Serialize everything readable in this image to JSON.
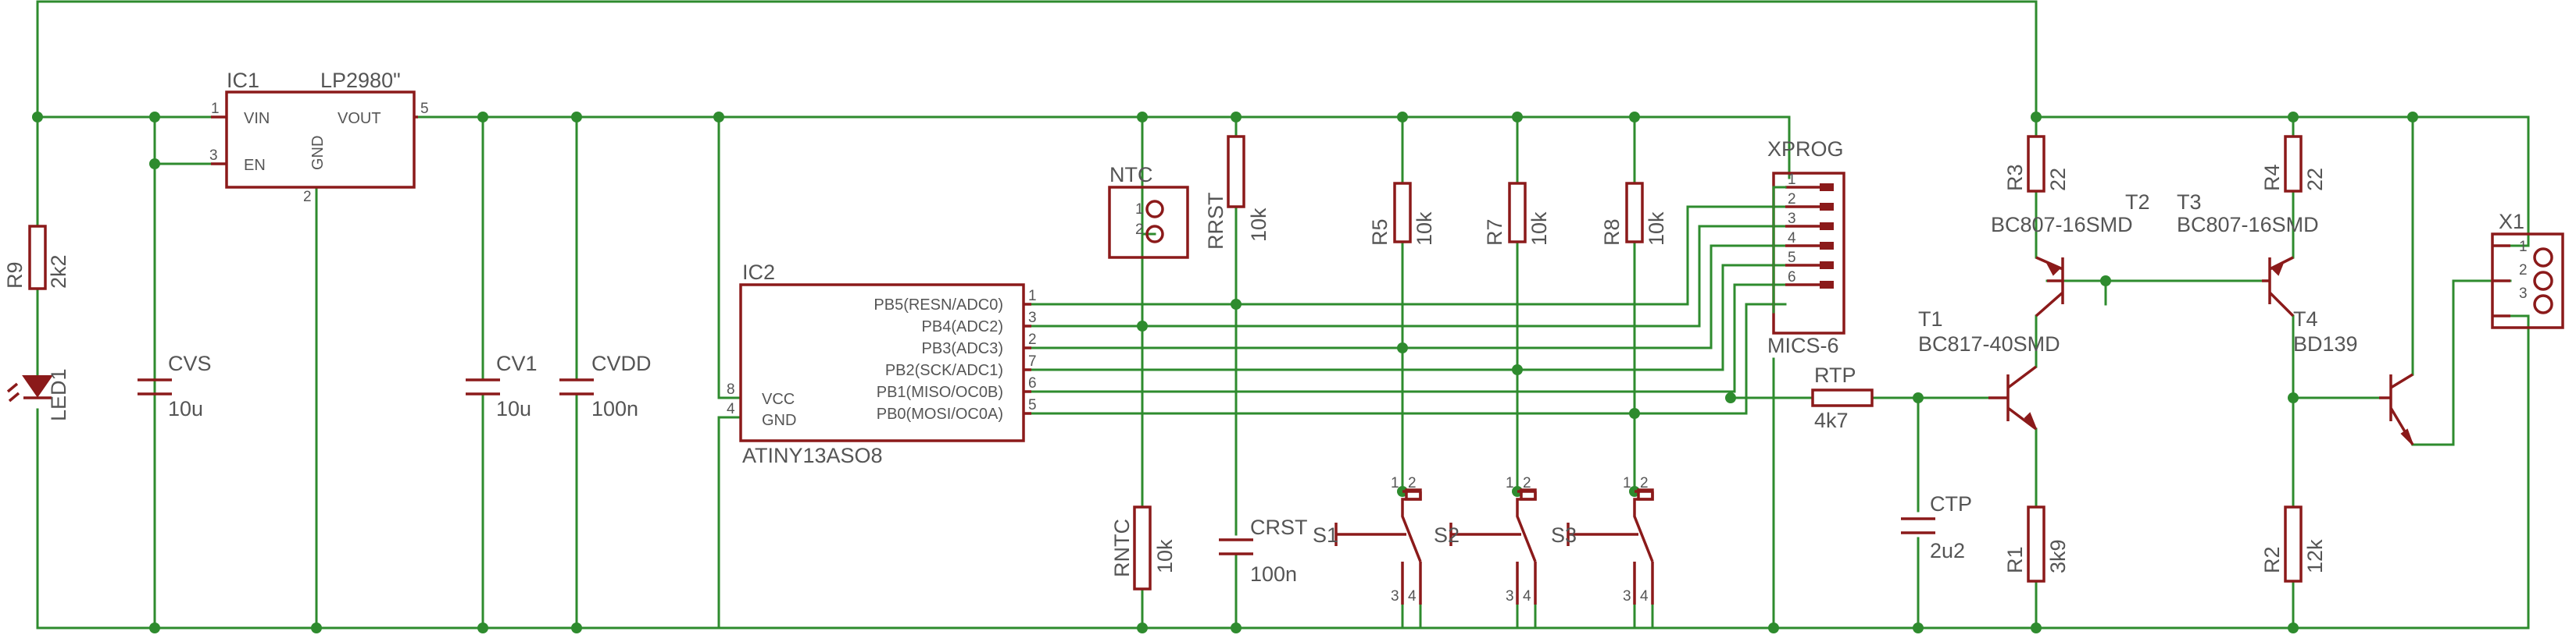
{
  "ic1": {
    "ref": "IC1",
    "value": "LP2980\"",
    "pins": {
      "vin": "VIN",
      "en": "EN",
      "gnd": "GND",
      "vout": "VOUT"
    },
    "nums": {
      "vin": "1",
      "en": "3",
      "gnd": "2",
      "vout": "5"
    }
  },
  "ic2": {
    "ref": "IC2",
    "value": "ATINY13ASO8",
    "vcc": "VCC",
    "gnd": "GND",
    "vcc_num": "8",
    "gnd_num": "4",
    "pins": [
      {
        "name": "PB5(RESN/ADC0)",
        "num": "1"
      },
      {
        "name": "PB4(ADC2)",
        "num": "3"
      },
      {
        "name": "PB3(ADC3)",
        "num": "2"
      },
      {
        "name": "PB2(SCK/ADC1)",
        "num": "7"
      },
      {
        "name": "PB1(MISO/OC0B)",
        "num": "6"
      },
      {
        "name": "PB0(MOSI/OC0A)",
        "num": "5"
      }
    ]
  },
  "xprog": {
    "ref": "XPROG",
    "value": "MICS-6",
    "pins": [
      "1",
      "2",
      "3",
      "4",
      "5",
      "6"
    ]
  },
  "ntc": {
    "ref": "NTC",
    "p1": "1",
    "p2": "2"
  },
  "x1": {
    "ref": "X1",
    "pins": [
      "1",
      "2",
      "3"
    ]
  },
  "r9": {
    "ref": "R9",
    "value": "2k2"
  },
  "led1": {
    "ref": "LED1"
  },
  "cvs": {
    "ref": "CVS",
    "value": "10u"
  },
  "cv1": {
    "ref": "CV1",
    "value": "10u"
  },
  "cvdd": {
    "ref": "CVDD",
    "value": "100n"
  },
  "rrst": {
    "ref": "RRST",
    "value": "10k"
  },
  "rntc": {
    "ref": "RNTC",
    "value": "10k"
  },
  "crst": {
    "ref": "CRST",
    "value": "100n"
  },
  "r5": {
    "ref": "R5",
    "value": "10k"
  },
  "r7": {
    "ref": "R7",
    "value": "10k"
  },
  "r8": {
    "ref": "R8",
    "value": "10k"
  },
  "s1": {
    "ref": "S1",
    "pins": [
      "1",
      "2",
      "3",
      "4"
    ]
  },
  "s2": {
    "ref": "S2",
    "pins": [
      "1",
      "2",
      "3",
      "4"
    ]
  },
  "s3": {
    "ref": "S3",
    "pins": [
      "1",
      "2",
      "3",
      "4"
    ]
  },
  "rtp": {
    "ref": "RTP",
    "value": "4k7"
  },
  "ctp": {
    "ref": "CTP",
    "value": "2u2"
  },
  "r3": {
    "ref": "R3",
    "value": "22"
  },
  "r4": {
    "ref": "R4",
    "value": "22"
  },
  "r1": {
    "ref": "R1",
    "value": "3k9"
  },
  "r2": {
    "ref": "R2",
    "value": "12k"
  },
  "t1": {
    "ref": "T1",
    "value": "BC817-40SMD"
  },
  "t2": {
    "ref": "T2",
    "value": "BC807-16SMD"
  },
  "t3": {
    "ref": "T3",
    "value": "BC807-16SMD"
  },
  "t4": {
    "ref": "T4",
    "value": "BD139"
  }
}
